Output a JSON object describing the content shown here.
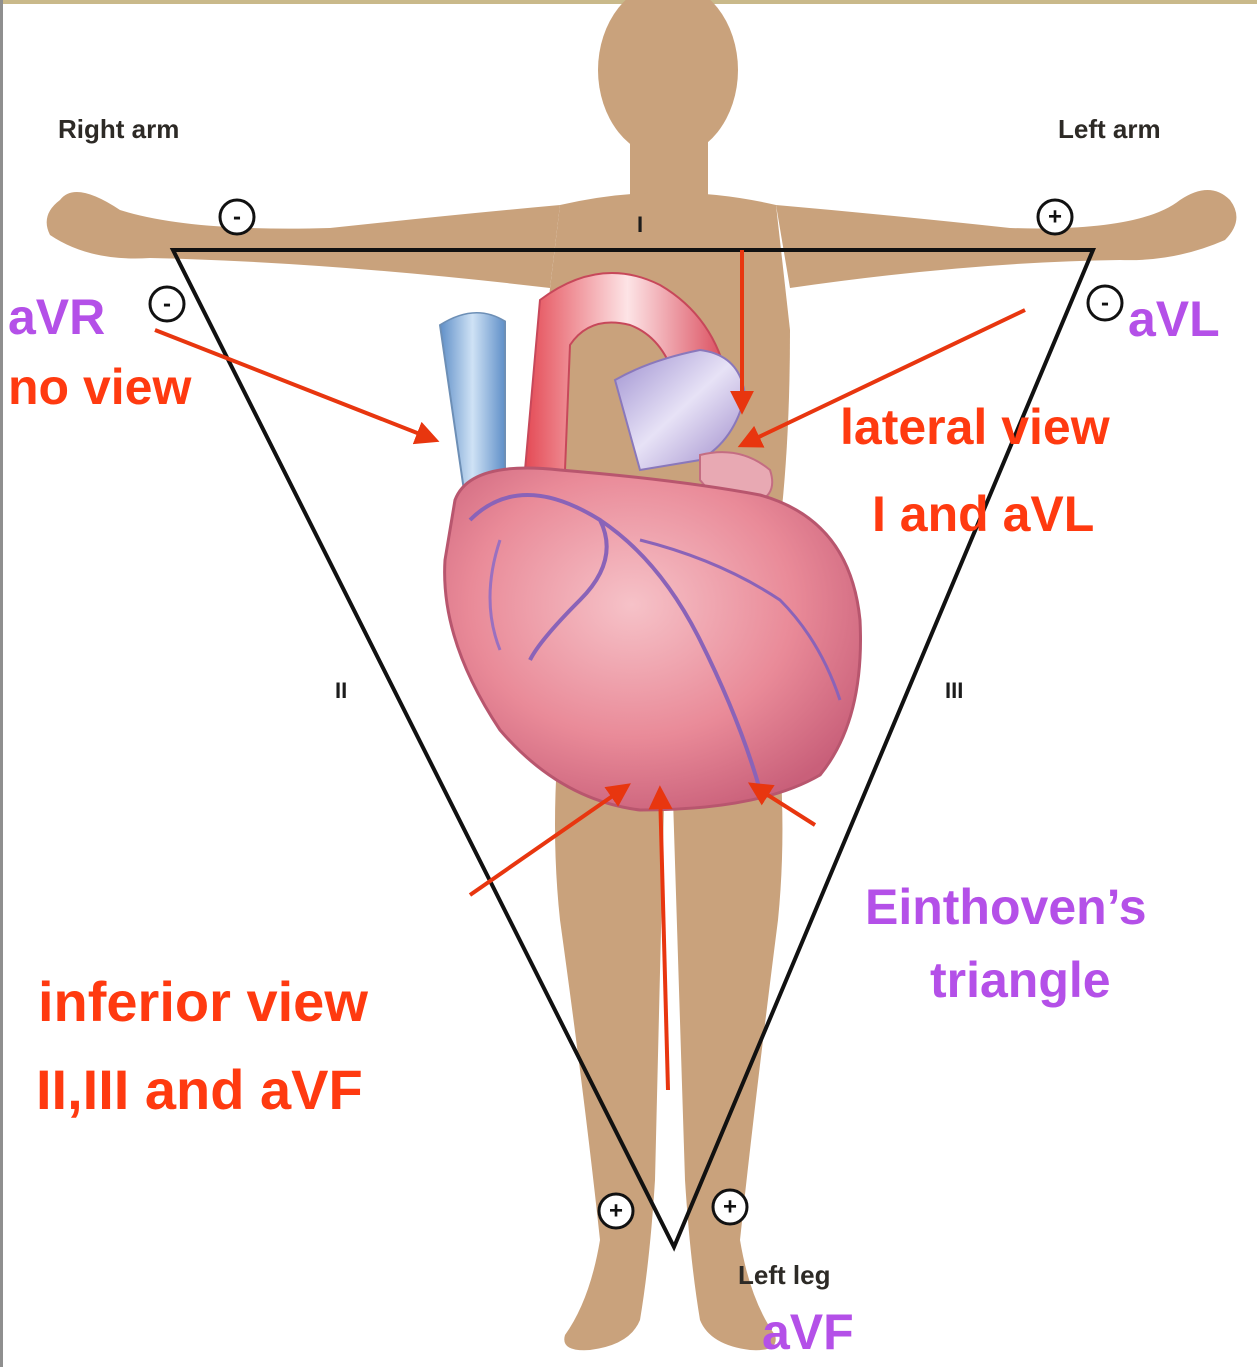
{
  "labels": {
    "right_arm": "Right arm",
    "left_arm": "Left arm",
    "left_leg": "Left leg",
    "lead_I": "I",
    "lead_II": "II",
    "lead_III": "III"
  },
  "electrode_signs": {
    "right_arm": "-",
    "left_arm": "+",
    "avr": "-",
    "avl": "-",
    "leg_left": "+",
    "leg_right": "+"
  },
  "annotations": {
    "avr": "aVR",
    "avr_note": "no view",
    "avl": "aVL",
    "lateral_line1": "lateral view",
    "lateral_line2": "I and aVL",
    "inferior_line1": "inferior view",
    "inferior_line2": "II,III and aVF",
    "einthoven_line1": "Einthoven’s",
    "einthoven_line2": "triangle",
    "avf": "aVF"
  },
  "colors": {
    "skin": "#c9a27c",
    "triangle": "#111111",
    "arrow": "#e8360f",
    "annotation_red": "#ff3a10",
    "annotation_purple": "#b450e8"
  }
}
